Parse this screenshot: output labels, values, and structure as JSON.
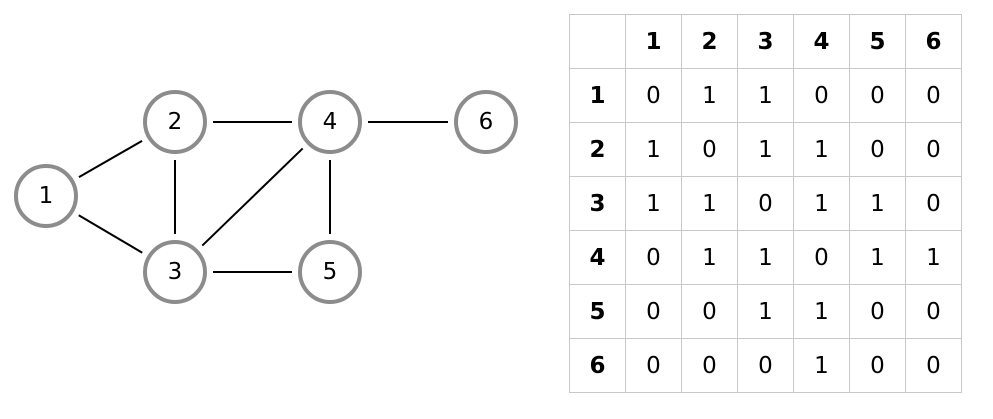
{
  "graph": {
    "nodes": [
      {
        "id": "1",
        "label": "1"
      },
      {
        "id": "2",
        "label": "2"
      },
      {
        "id": "3",
        "label": "3"
      },
      {
        "id": "4",
        "label": "4"
      },
      {
        "id": "5",
        "label": "5"
      },
      {
        "id": "6",
        "label": "6"
      }
    ],
    "edges": [
      [
        "1",
        "2"
      ],
      [
        "1",
        "3"
      ],
      [
        "2",
        "3"
      ],
      [
        "2",
        "4"
      ],
      [
        "3",
        "4"
      ],
      [
        "3",
        "5"
      ],
      [
        "4",
        "5"
      ],
      [
        "4",
        "6"
      ]
    ],
    "colors": {
      "node_border": "#8c8c8c",
      "node_fill": "#ffffff",
      "edge": "#000000",
      "table_border": "#c8c8c8"
    }
  },
  "matrix": {
    "col_headers": [
      "1",
      "2",
      "3",
      "4",
      "5",
      "6"
    ],
    "rows": [
      {
        "header": "1",
        "cells": [
          "0",
          "1",
          "1",
          "0",
          "0",
          "0"
        ]
      },
      {
        "header": "2",
        "cells": [
          "1",
          "0",
          "1",
          "1",
          "0",
          "0"
        ]
      },
      {
        "header": "3",
        "cells": [
          "1",
          "1",
          "0",
          "1",
          "1",
          "0"
        ]
      },
      {
        "header": "4",
        "cells": [
          "0",
          "1",
          "1",
          "0",
          "1",
          "1"
        ]
      },
      {
        "header": "5",
        "cells": [
          "0",
          "0",
          "1",
          "1",
          "0",
          "0"
        ]
      },
      {
        "header": "6",
        "cells": [
          "0",
          "0",
          "0",
          "1",
          "0",
          "0"
        ]
      }
    ]
  }
}
